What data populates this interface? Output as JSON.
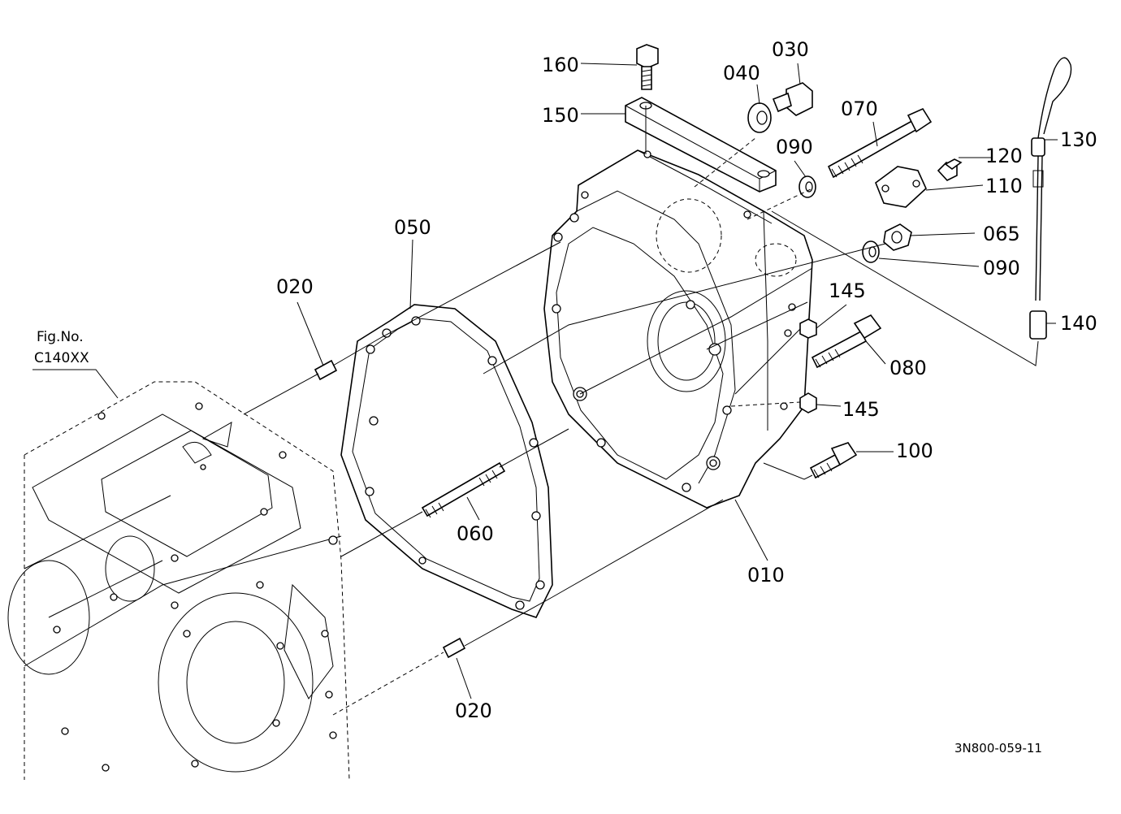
{
  "reference": {
    "fig_no": "Fig.No.",
    "fig_code": "C140XX"
  },
  "drawing_code": "3N800-059-11",
  "callouts": {
    "c010": "010",
    "c020_top": "020",
    "c020_bottom": "020",
    "c030": "030",
    "c040": "040",
    "c050": "050",
    "c060": "060",
    "c065": "065",
    "c070": "070",
    "c080": "080",
    "c090_top": "090",
    "c090_right": "090",
    "c100": "100",
    "c110": "110",
    "c120": "120",
    "c130": "130",
    "c140": "140",
    "c145_top": "145",
    "c145_bottom": "145",
    "c150": "150",
    "c160": "160"
  }
}
